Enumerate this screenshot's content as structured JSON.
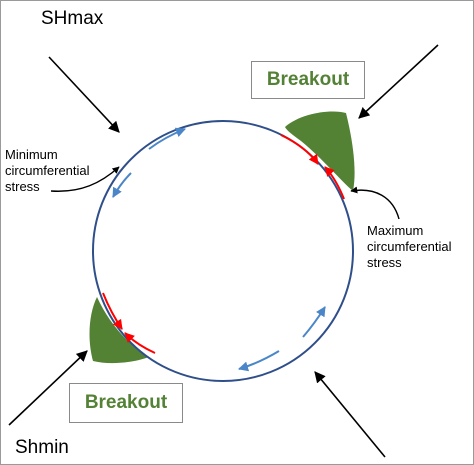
{
  "labels": {
    "sh_max": "SHmax",
    "sh_min": "Shmin",
    "breakout_top": "Breakout",
    "breakout_bottom": "Breakout",
    "min_stress": [
      "Minimum",
      "circumferential",
      "stress"
    ],
    "max_stress": [
      "Maximum",
      "circumferential",
      "stress"
    ]
  },
  "colors": {
    "circle": "#2f4f8a",
    "breakout": "#548235",
    "breakout_text": "#538135",
    "compressive_arrow": "#ff0000",
    "tensile_arrow": "#4a86c8",
    "stress_arrow": "#000000"
  }
}
